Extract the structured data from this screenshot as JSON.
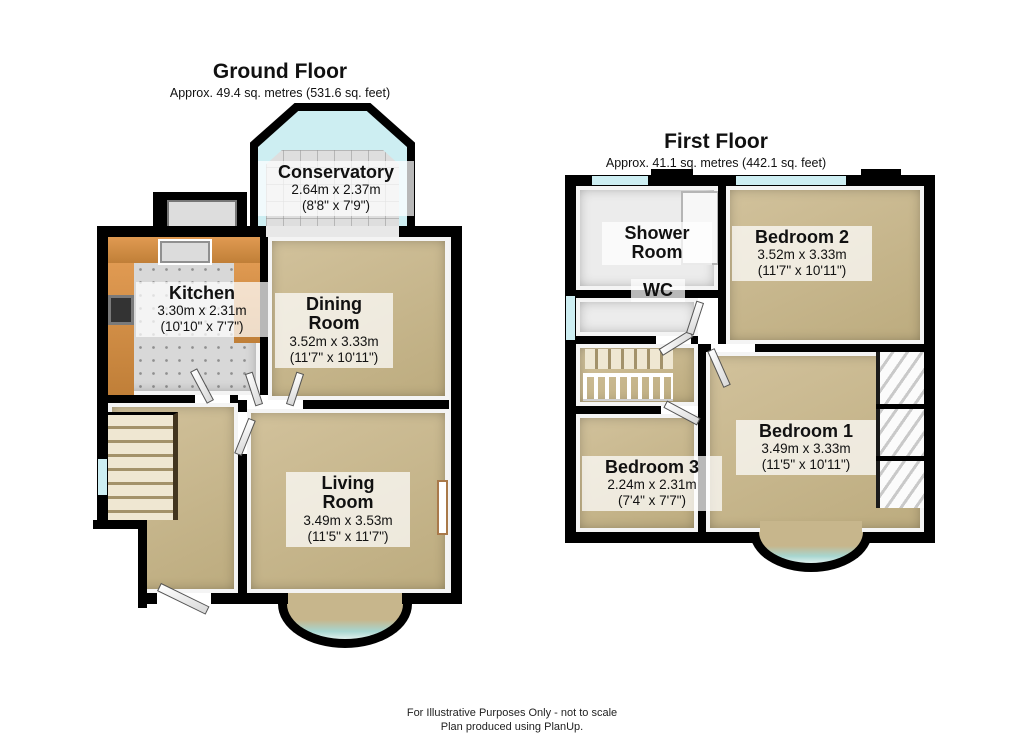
{
  "ground_floor": {
    "title": "Ground Floor",
    "subtitle": "Approx. 49.4 sq. metres (531.6 sq. feet)",
    "rooms": {
      "conservatory": {
        "name": "Conservatory",
        "metric": "2.64m x 2.37m",
        "imperial": "(8'8\" x 7'9\")"
      },
      "kitchen": {
        "name": "Kitchen",
        "metric": "3.30m x 2.31m",
        "imperial": "(10'10\" x 7'7\")"
      },
      "dining_room": {
        "name": "Dining Room",
        "metric": "3.52m x 3.33m",
        "imperial": "(11'7\" x 10'11\")"
      },
      "living_room": {
        "name": "Living Room",
        "metric": "3.49m x 3.53m",
        "imperial": "(11'5\" x 11'7\")"
      }
    }
  },
  "first_floor": {
    "title": "First Floor",
    "subtitle": "Approx. 41.1 sq. metres (442.1 sq. feet)",
    "rooms": {
      "shower_room": {
        "name": "Shower Room"
      },
      "wc": {
        "name": "WC"
      },
      "bedroom_2": {
        "name": "Bedroom 2",
        "metric": "3.52m x 3.33m",
        "imperial": "(11'7\" x 10'11\")"
      },
      "bedroom_1": {
        "name": "Bedroom 1",
        "metric": "3.49m x 3.33m",
        "imperial": "(11'5\" x 10'11\")"
      },
      "bedroom_3": {
        "name": "Bedroom 3",
        "metric": "2.24m x 2.31m",
        "imperial": "(7'4\" x 7'7\")"
      }
    }
  },
  "footer": {
    "line1": "For Illustrative Purposes Only - not to scale",
    "line2": "Plan produced using PlanUp."
  },
  "colors": {
    "wall": "#000000",
    "carpet": "#c7b68c",
    "kitchen_tile": "#d8d8d8",
    "counter_orange": "#cf8b45",
    "window_glass": "#cdeef2",
    "bay_glass": "#a7d6d0",
    "label_background": "rgba(255,255,255,0.72)"
  }
}
